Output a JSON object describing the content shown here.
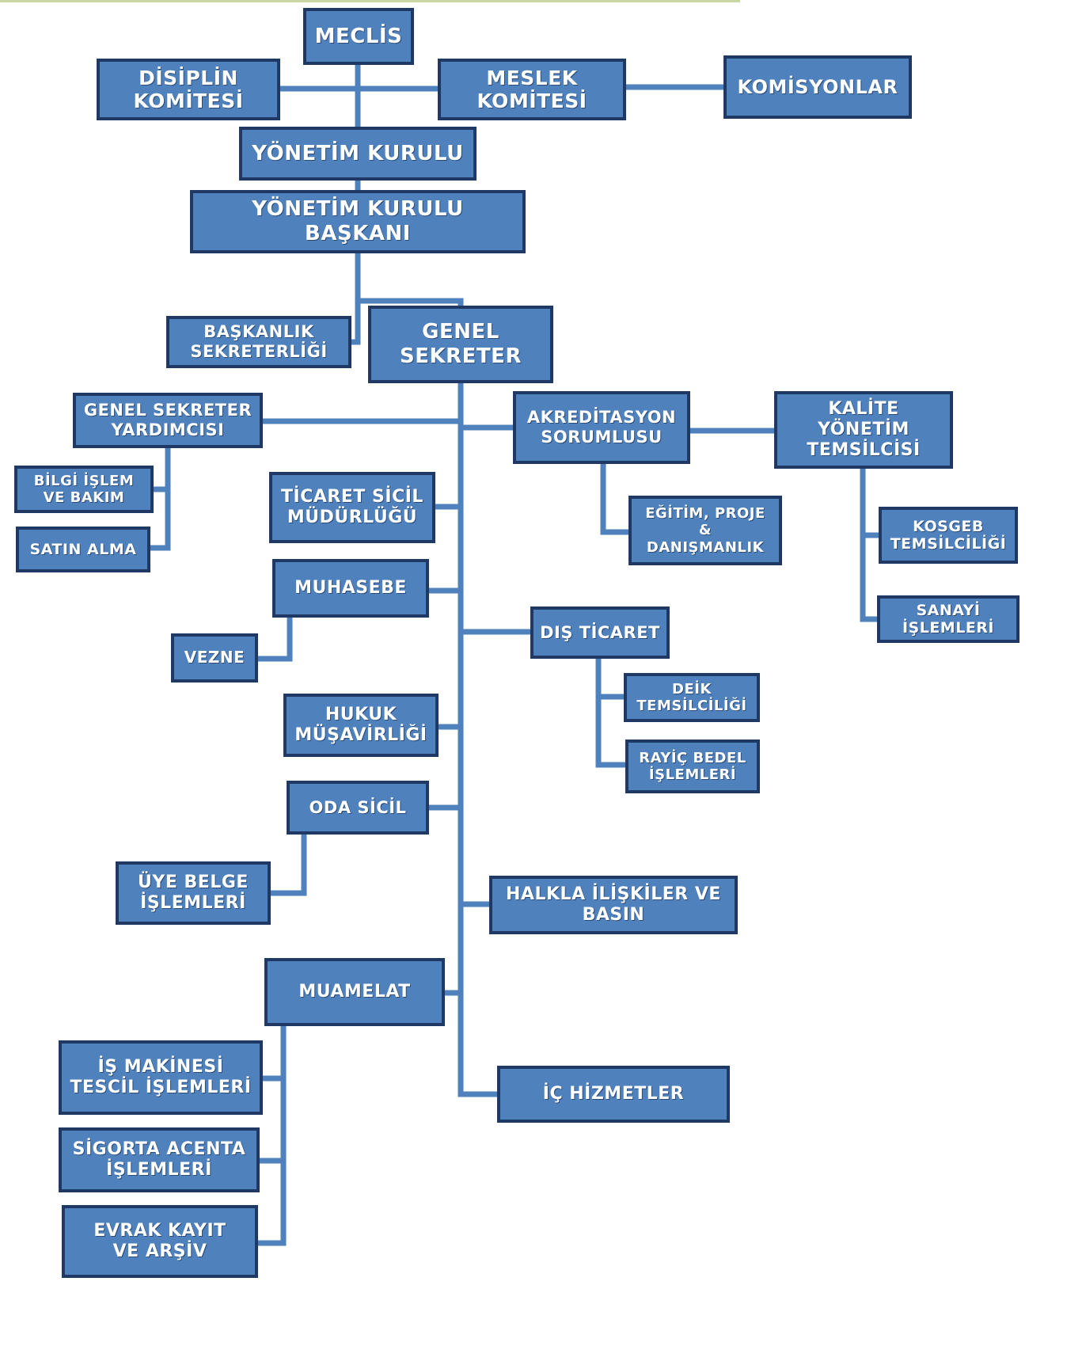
{
  "colors": {
    "box_fill": "#4f81bd",
    "box_border": "#1f3864",
    "connector": "#4f81bd",
    "text": "#ffffff"
  },
  "nodes": {
    "meclis": "MECLİS",
    "disiplin_komitesi": "DİSİPLİN\nKOMİTESİ",
    "meslek_komitesi": "MESLEK\nKOMİTESİ",
    "komisyonlar": "KOMİSYONLAR",
    "yonetim_kurulu": "YÖNETİM KURULU",
    "yonetim_kurulu_baskani": "YÖNETİM KURULU\nBAŞKANI",
    "baskanlik_sekreterligi": "BAŞKANLIK\nSEKRETERLİĞİ",
    "genel_sekreter": "GENEL\nSEKRETER",
    "genel_sekreter_yardimcisi": "GENEL SEKRETER\nYARDIMCISI",
    "bilgi_islem": "BİLGİ İŞLEM\nVE BAKIM",
    "satin_alma": "SATIN ALMA",
    "ticaret_sicil": "TİCARET SİCİL\nMÜDÜRLÜĞÜ",
    "muhasebe": "MUHASEBE",
    "vezne": "VEZNE",
    "hukuk_musavirligi": "HUKUK\nMÜŞAVİRLİĞİ",
    "oda_sicil": "ODA SİCİL",
    "uye_belge": "ÜYE BELGE\nİŞLEMLERİ",
    "muamelat": "MUAMELAT",
    "is_makinesi": "İŞ MAKİNESİ\nTESCİL İŞLEMLERİ",
    "sigorta_acenta": "SİGORTA ACENTA\nİŞLEMLERİ",
    "evrak_kayit": "EVRAK KAYIT\nVE ARŞİV",
    "akreditasyon": "AKREDİTASYON\nSORUMLUSU",
    "kalite_yonetim": "KALİTE\nYÖNETİM\nTEMSİLCİSİ",
    "egitim_proje": "EĞİTİM, PROJE\n&\nDANIŞMANLIK",
    "kosgeb": "KOSGEB\nTEMSİLCİLİĞİ",
    "sanayi_islemleri": "SANAYİ\nİŞLEMLERİ",
    "dis_ticaret": "DIŞ TİCARET",
    "deik": "DEİK\nTEMSİLCİLİĞİ",
    "rayic_bedel": "RAYİÇ BEDEL\nİŞLEMLERİ",
    "halkla_iliskiler": "HALKLA İLİŞKİLER VE\nBASIN",
    "ic_hizmetler": "İÇ HİZMETLER"
  }
}
